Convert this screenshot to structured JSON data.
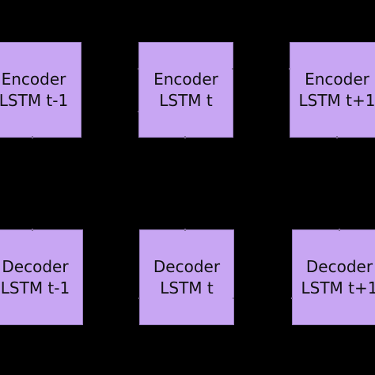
{
  "colors": {
    "background": "#000000",
    "box_fill": "#c8a6f3",
    "text": "#111111"
  },
  "encoder": [
    {
      "line1": "Encoder",
      "line2": "LSTM t-1"
    },
    {
      "line1": "Encoder",
      "line2": "LSTM t"
    },
    {
      "line1": "Encoder",
      "line2": "LSTM t+1"
    }
  ],
  "decoder": [
    {
      "line1": "Decoder",
      "line2": "LSTM t-1"
    },
    {
      "line1": "Decoder",
      "line2": "LSTM t"
    },
    {
      "line1": "Decoder",
      "line2": "LSTM t+1"
    }
  ]
}
